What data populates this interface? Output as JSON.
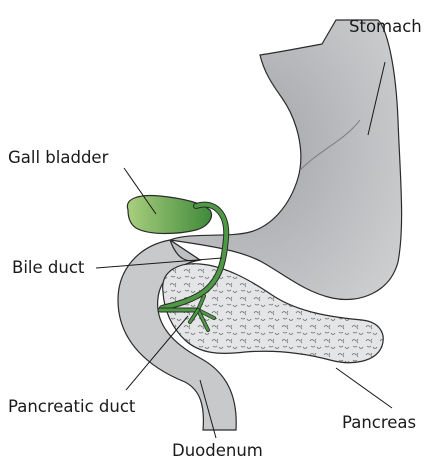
{
  "labels": {
    "stomach": "Stomach",
    "gall_bladder": "Gall bladder",
    "bile_duct": "Bile duct",
    "pancreatic_duct": "Pancreatic duct",
    "pancreas": "Pancreas",
    "duodenum": "Duodenum"
  },
  "colors": {
    "organ_fill": "#c8c9cb",
    "stomach_shade": "#a9abae",
    "outline": "#2b2b2b",
    "gallbladder_light": "#a9cf7e",
    "gallbladder_dark": "#3f8a3a",
    "duct": "#4e9a44",
    "pancreas_fill": "#e4e5e6",
    "background": "#ffffff"
  }
}
